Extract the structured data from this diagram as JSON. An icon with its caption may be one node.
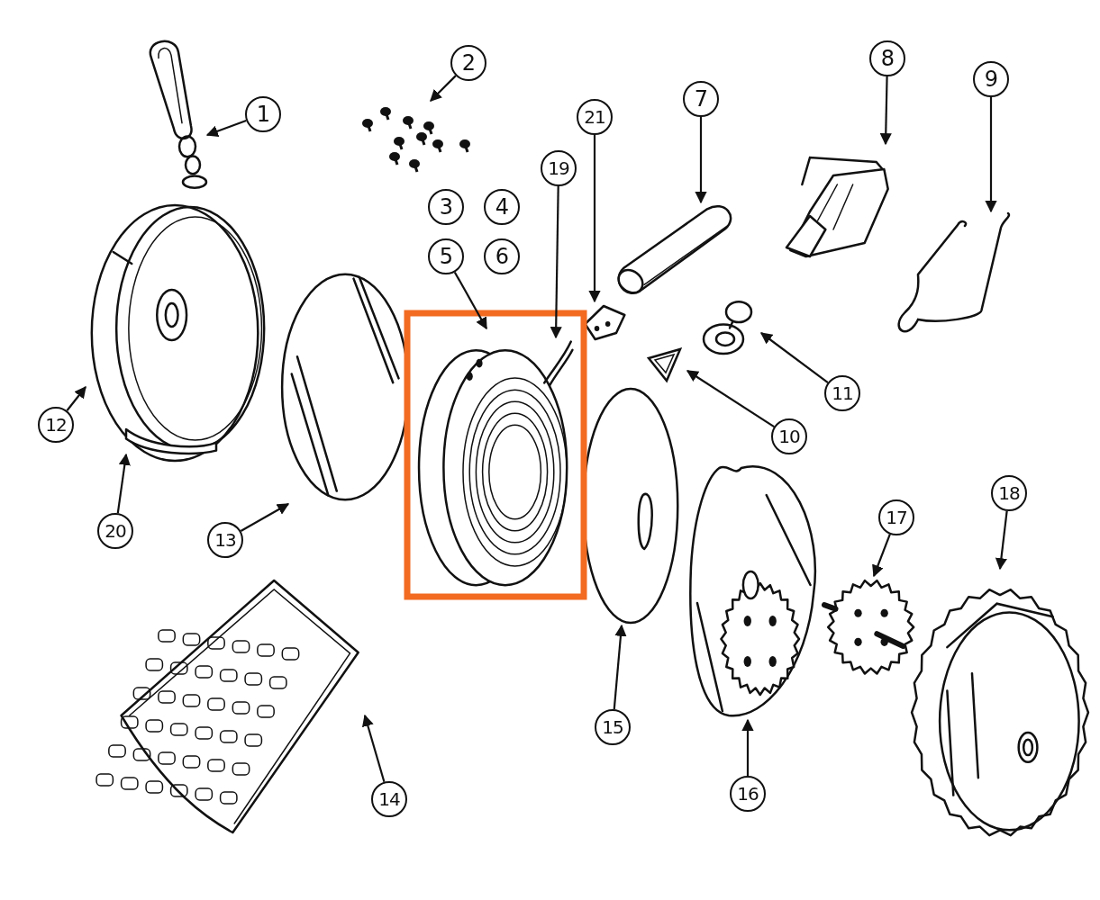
{
  "diagram": {
    "nodes": [
      {
        "text": [
          "1"
        ]
      },
      {
        "text": [
          "2"
        ]
      },
      {
        "text": [
          "21"
        ]
      },
      {
        "text": [
          "7"
        ]
      },
      {
        "text": [
          "8"
        ]
      },
      {
        "text": [
          "9"
        ]
      },
      {
        "text": [
          "19"
        ]
      },
      {
        "text": [
          "3"
        ]
      },
      {
        "text": [
          "4"
        ]
      },
      {
        "text": [
          "5"
        ]
      },
      {
        "text": [
          "6"
        ]
      },
      {
        "text": [
          "11"
        ]
      },
      {
        "text": [
          "10"
        ]
      },
      {
        "text": [
          "12"
        ]
      },
      {
        "text": [
          "20"
        ]
      },
      {
        "text": [
          "13"
        ]
      },
      {
        "text": [
          "17"
        ]
      },
      {
        "text": [
          "18"
        ]
      },
      {
        "text": [
          "15"
        ]
      },
      {
        "text": [
          "16"
        ]
      },
      {
        "text": [
          "14"
        ]
      },
      {
        "text": [],
        "shape": "picture"
      },
      {
        "text": [],
        "shape": "picture"
      },
      {
        "text": [],
        "shape": "picture"
      },
      {
        "text": [],
        "shape": "picture"
      },
      {
        "text": [],
        "shape": "picture"
      },
      {
        "text": [],
        "shape": "picture"
      },
      {
        "text": [],
        "shape": "picture"
      },
      {
        "text": [],
        "shape": "picture",
        "in": 27
      },
      {
        "text": [],
        "shape": "picture"
      },
      {
        "text": [],
        "shape": "picture"
      },
      {
        "text": [],
        "shape": "picture",
        "in": 30
      },
      {
        "text": [],
        "shape": "picture"
      },
      {
        "text": [],
        "shape": "picture"
      },
      {
        "text": [],
        "shape": "picture"
      },
      {
        "text": [],
        "shape": "picture"
      },
      {
        "text": [],
        "shape": "picture"
      },
      {
        "text": [],
        "shape": "picture"
      },
      {
        "text": [],
        "shape": "picture"
      }
    ],
    "edges": [
      {
        "from": 0,
        "to": 21,
        "arrow": "to"
      },
      {
        "from": 1,
        "to": 22,
        "arrow": "to"
      },
      {
        "from": 2,
        "to": 23,
        "arrow": "to"
      },
      {
        "from": 3,
        "to": 24,
        "arrow": "to"
      },
      {
        "from": 4,
        "to": 25,
        "arrow": "to"
      },
      {
        "from": 5,
        "to": 26,
        "arrow": "to"
      },
      {
        "from": 6,
        "to": 31,
        "arrow": "to"
      },
      {
        "from": 9,
        "to": 30,
        "arrow": "to"
      },
      {
        "from": 11,
        "to": 32,
        "arrow": "to"
      },
      {
        "from": 12,
        "to": 33,
        "arrow": "to"
      },
      {
        "from": 13,
        "to": 27,
        "arrow": "to"
      },
      {
        "from": 14,
        "to": 28,
        "arrow": "to"
      },
      {
        "from": 15,
        "to": 29,
        "arrow": "to"
      },
      {
        "from": 16,
        "to": 36,
        "arrow": "to"
      },
      {
        "from": 17,
        "to": 37,
        "arrow": "to"
      },
      {
        "from": 18,
        "to": 34,
        "arrow": "to"
      },
      {
        "from": 19,
        "to": 35,
        "arrow": "to"
      },
      {
        "from": 20,
        "to": 38,
        "arrow": "to"
      }
    ]
  }
}
